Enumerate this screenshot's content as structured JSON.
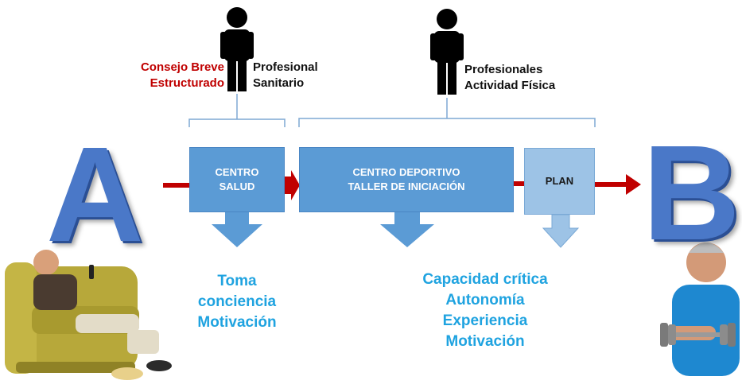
{
  "start_letter": "A",
  "end_letter": "B",
  "roles": {
    "left_red": [
      "Consejo Breve",
      "Estructurado"
    ],
    "left_black": [
      "Profesional",
      "Sanitario"
    ],
    "right_black": [
      "Profesionales",
      "Actividad Física"
    ]
  },
  "boxes": {
    "centro_salud": [
      "CENTRO",
      "SALUD"
    ],
    "centro_deportivo": [
      "CENTRO DEPORTIVO",
      "TALLER DE INICIACIÓN"
    ],
    "plan": "PLAN"
  },
  "outcomes": {
    "left": [
      "Toma",
      "conciencia",
      "Motivación"
    ],
    "right": [
      "Capacidad crítica",
      "Autonomía",
      "Experiencia",
      "Motivación"
    ]
  },
  "colors": {
    "accent_blue": "#5b9bd5",
    "light_blue": "#9dc3e6",
    "arrow_red": "#c00000",
    "outcome_text": "#1fa3e0",
    "letter_blue": "#4a78c8"
  },
  "icons": [
    "person-icon",
    "person-icon",
    "sedentary-man-image",
    "active-man-image"
  ]
}
